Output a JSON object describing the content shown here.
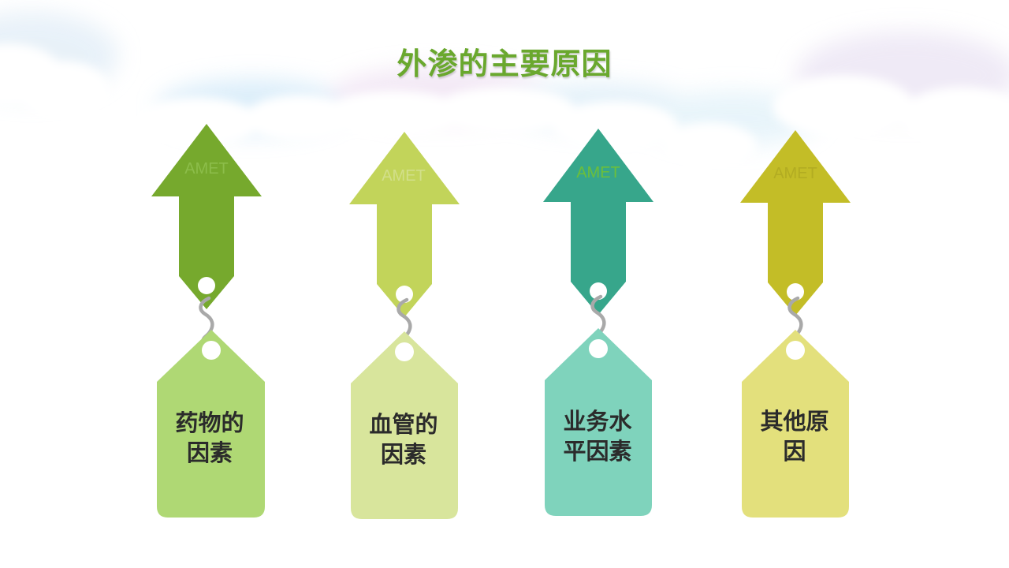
{
  "title": "外渗的主要原因",
  "colors": {
    "title": "#6aa82e",
    "hook": "#a9a9a9"
  },
  "items": [
    {
      "arrow_label": "AMET",
      "line1": "药物的",
      "line2": "因素",
      "arrow_color": "#76a92d",
      "tag_color": "#afd874",
      "label_color": "#8cbd4a"
    },
    {
      "arrow_label": "AMET",
      "line1": "血管的",
      "line2": "因素",
      "arrow_color": "#c2d45a",
      "tag_color": "#d8e59c",
      "label_color": "#d2df8a"
    },
    {
      "arrow_label": "AMET",
      "line1": "业务水",
      "line2": "平因素",
      "arrow_color": "#37a68b",
      "tag_color": "#7fd3bc",
      "label_color": "#6cbf3a"
    },
    {
      "arrow_label": "AMET",
      "line1": "其他原",
      "line2": "因",
      "arrow_color": "#c3bd27",
      "tag_color": "#e3e07c",
      "label_color": "#b2ac22"
    }
  ]
}
